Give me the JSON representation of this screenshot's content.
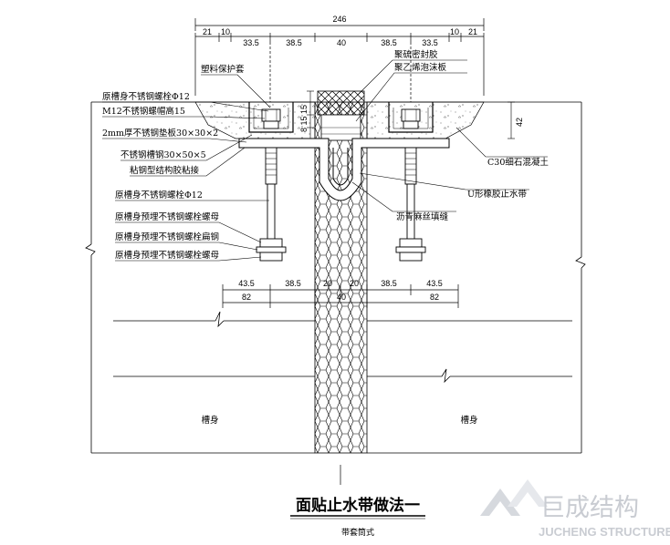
{
  "dimensions_top": {
    "overall": "246",
    "segments": [
      "21",
      "10",
      "33.5",
      "38.5",
      "40",
      "38.5",
      "33.5",
      "10",
      "21"
    ]
  },
  "dimensions_bottom": {
    "row1": [
      "43.5",
      "38.5",
      "20",
      "20",
      "38.5",
      "43.5"
    ],
    "row2": [
      "82",
      "40",
      "82"
    ]
  },
  "depth_dim": "42",
  "joint_gap_dim": "8 15 15",
  "labels_left": [
    "塑料保护套",
    "原槽身不锈钢螺栓Φ12",
    "M12不锈钢螺帽高15",
    "2mm厚不锈钢垫板30×30×2",
    "不锈钢槽钢30×50×5",
    "粘钢型结构胶粘接",
    "原槽身不锈钢螺栓Φ12",
    "原槽身预埋不锈钢螺栓螺母",
    "原槽身预埋不锈钢螺栓扁钢",
    "原槽身预埋不锈钢螺栓螺母"
  ],
  "labels_right": [
    "聚硫密封胶",
    "聚乙烯泡沫板",
    "C30细石混凝土",
    "U形橡胶止水带",
    "沥青麻丝填缝"
  ],
  "body_labels": [
    "槽身",
    "槽身"
  ],
  "title": "面贴止水带做法一",
  "subtitle": "带套筒式",
  "watermark": {
    "cn": "巨成结构",
    "en": "JUCHENG STRUCTURE"
  }
}
